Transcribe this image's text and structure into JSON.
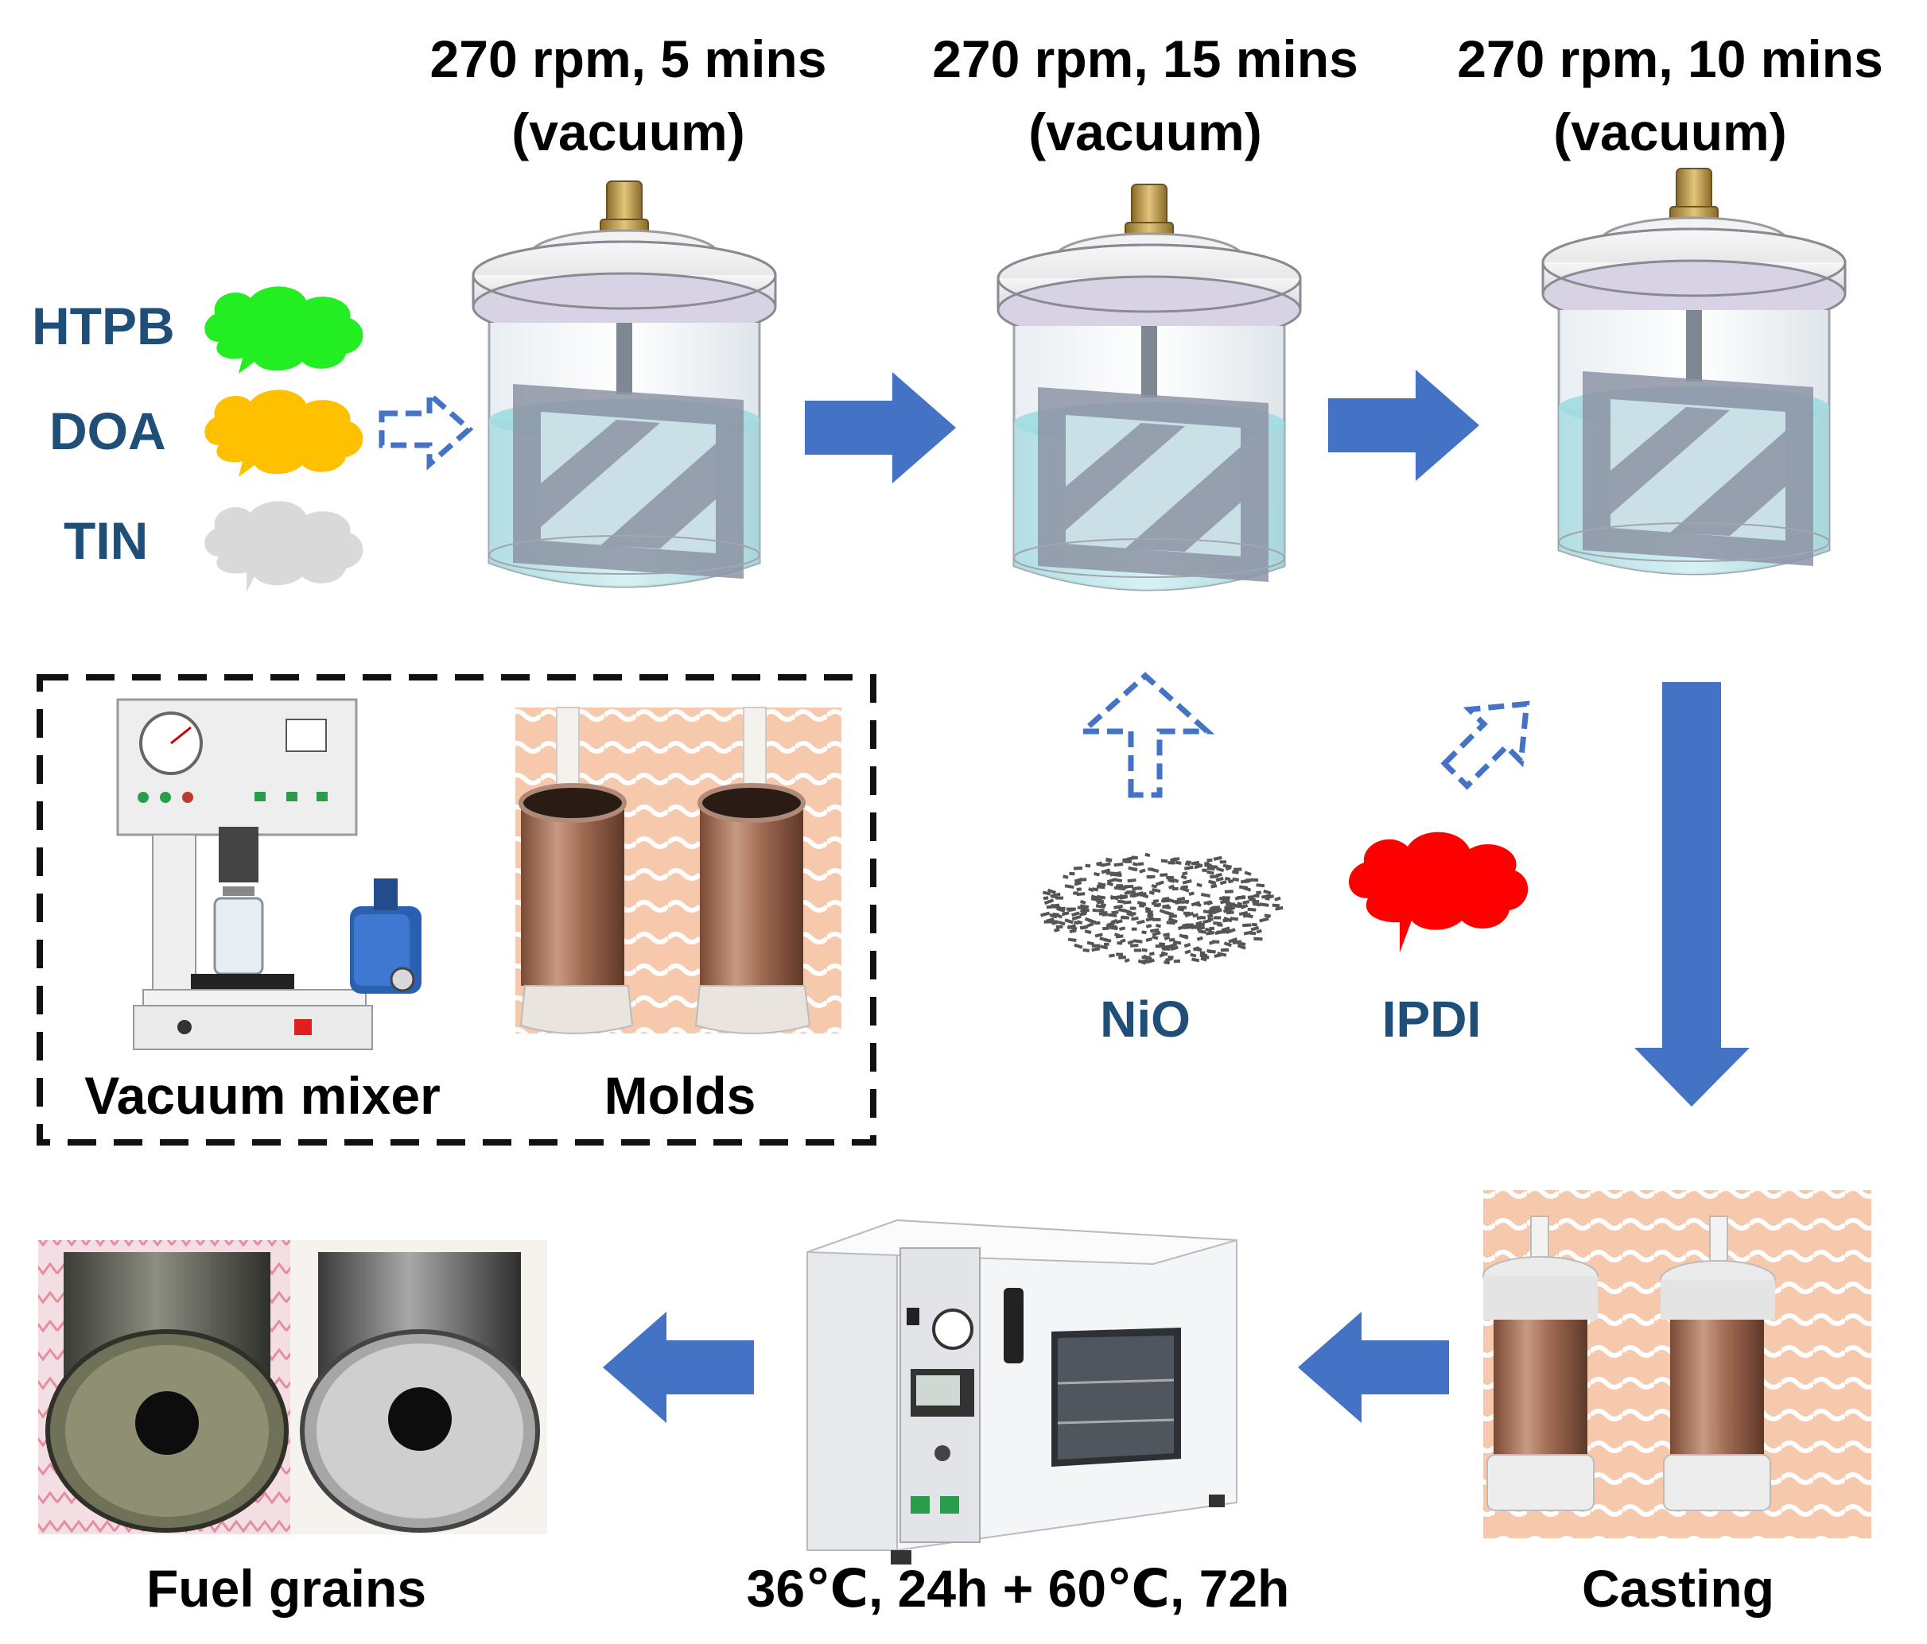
{
  "steps": [
    {
      "line1": "270 rpm, 5 mins",
      "line2": "(vacuum)"
    },
    {
      "line1": "270 rpm, 15 mins",
      "line2": "(vacuum)"
    },
    {
      "line1": "270 rpm, 10 mins",
      "line2": "(vacuum)"
    }
  ],
  "ingredients": [
    {
      "label": "HTPB",
      "color": "#22ee22"
    },
    {
      "label": "DOA",
      "color": "#ffc000"
    },
    {
      "label": "TIN",
      "color": "#d9d9d9"
    }
  ],
  "additives": {
    "nio": {
      "label": "NiO"
    },
    "ipdi": {
      "label": "IPDI",
      "color": "#ff0000"
    }
  },
  "equipment": {
    "vacuum_mixer": "Vacuum mixer",
    "molds": "Molds"
  },
  "stages": {
    "casting": "Casting",
    "curing": "36℃, 24h + 60℃, 72h",
    "fuel_grains": "Fuel grains"
  },
  "colors": {
    "arrow": "#4472c4",
    "text_blue": "#1f4e79"
  }
}
